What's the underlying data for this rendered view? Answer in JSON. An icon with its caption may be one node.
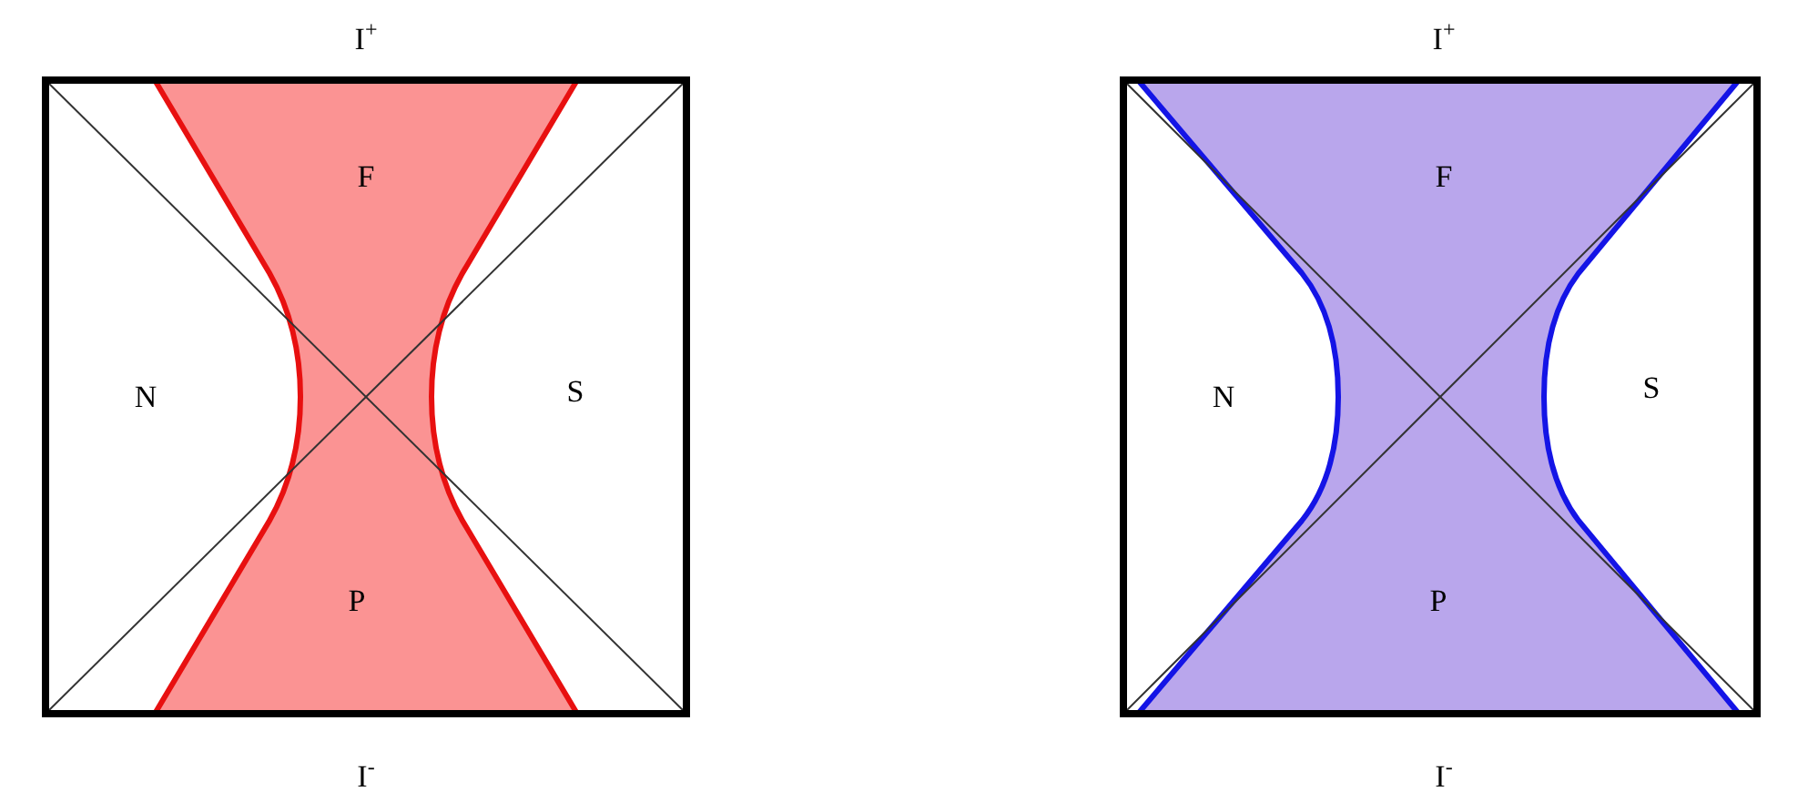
{
  "diagram": {
    "labels": [
      "I$^{+}$",
      "I$^{+}$",
      "F",
      "F",
      "N",
      "S",
      "N",
      "S",
      "P",
      "P",
      "I$^{-}$",
      "I$^{-}$"
    ]
  }
}
